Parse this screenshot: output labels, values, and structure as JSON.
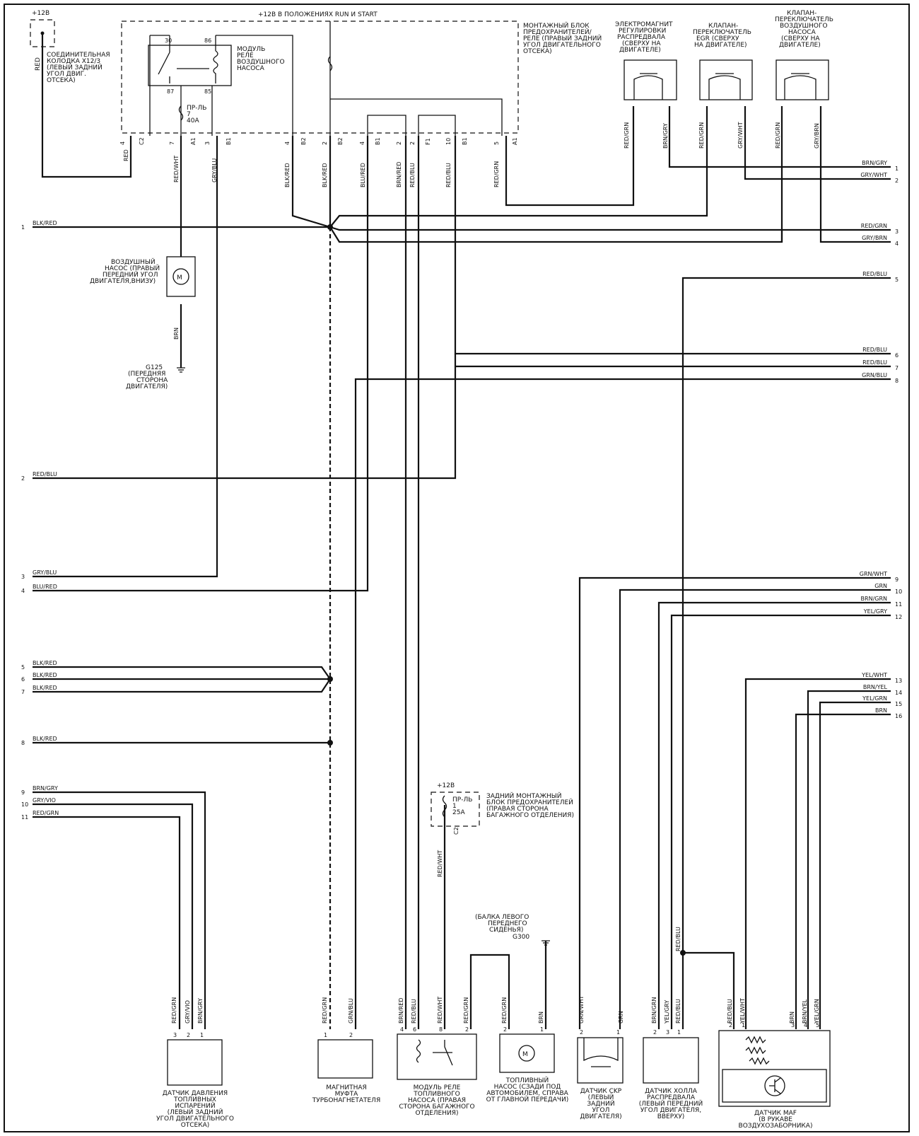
{
  "top": {
    "plus12_left": "+12В",
    "run_start": "+12В В ПОЛОЖЕНИЯХ RUN И START",
    "connector_x12": [
      "СОЕДИНИТЕЛЬНАЯ",
      "КОЛОДКА X12/3",
      "(ЛЕВЫЙ ЗАДНИЙ",
      "УГОЛ ДВИГ.",
      "ОТСЕКА)"
    ],
    "fuse_block": [
      "МОНТАЖНЫЙ БЛОК",
      "ПРЕДОХРАНИТЕЛЕЙ/",
      "РЕЛЕ (ПРАВЫЙ ЗАДНИЙ",
      "УГОЛ ДВИГАТЕЛЬНОГО",
      "ОТСЕКА)"
    ],
    "relay_module": [
      "МОДУЛЬ",
      "РЕЛЕ",
      "ВОЗДУШНОГО",
      "НАСОСА"
    ],
    "fuse7": [
      "ПР-ЛЬ",
      "7",
      "40А"
    ],
    "solenoid_cam": [
      "ЭЛЕКТРОМАГНИТ",
      "РЕГУЛИРОВКИ",
      "РАСПРЕДВАЛА",
      "(СВЕРХУ НА",
      "ДВИГАТЕЛЕ)"
    ],
    "egr_valve": [
      "КЛАПАН-",
      "ПЕРЕКЛЮЧАТЕЛЬ",
      "EGR (СВЕРХУ",
      "НА ДВИГАТЕЛЕ)"
    ],
    "air_valve": [
      "КЛАПАН-",
      "ПЕРЕКЛЮЧАТЕЛЬ",
      "ВОЗДУШНОГО",
      "НАСОСА",
      "(СВЕРХУ НА",
      "ДВИГАТЕЛЕ)"
    ],
    "relay_pins": [
      "30",
      "86",
      "87",
      "85"
    ],
    "connector_pins": [
      "4",
      "C2",
      "7",
      "A1",
      "3",
      "B1",
      "4",
      "B2",
      "2",
      "B2",
      "4",
      "B1",
      "2",
      "2",
      "F1",
      "10",
      "B1",
      "5",
      "A1"
    ]
  },
  "components": {
    "air_pump": [
      "ВОЗДУШНЫЙ",
      "НАСОС (ПРАВЫЙ",
      "ПЕРЕДНИЙ УГОЛ",
      "ДВИГАТЕЛЯ,ВНИЗУ)"
    ],
    "motor_symbol": "M",
    "g125": [
      "G125",
      "(ПЕРЕДНЯЯ",
      "СТОРОНА",
      "ДВИГАТЕЛЯ)"
    ],
    "rear_plus12": "+12В",
    "rear_fuse": [
      "ПР-ЛЬ",
      "1",
      "25А"
    ],
    "rear_block": [
      "ЗАДНИЙ МОНТАЖНЫЙ",
      "БЛОК ПРЕДОХРАНИТЕЛЕЙ",
      "(ПРАВАЯ СТОРОНА",
      "БАГАЖНОГО ОТДЕЛЕНИЯ)"
    ],
    "rear_pin": "C2",
    "g300": [
      "(БАЛКА ЛЕВОГО",
      "ПЕРЕДНЕГО",
      "СИДЕНЬЯ)",
      "G300"
    ],
    "evap_sensor": [
      "ДАТЧИК ДАВЛЕНИЯ",
      "ТОПЛИВНЫХ",
      "ИСПАРЕНИЙ",
      "(ЛЕВЫЙ ЗАДНИЙ",
      "УГОЛ ДВИГАТЕЛЬНОГО",
      "ОТСЕКА)"
    ],
    "turbo_clutch": [
      "МАГНИТНАЯ",
      "МУФТА",
      "ТУРБОНАГНЕТАТЕЛЯ"
    ],
    "fuel_relay": [
      "МОДУЛЬ РЕЛЕ",
      "ТОПЛИВНОГО",
      "НАСОСА (ПРАВАЯ",
      "СТОРОНА БАГАЖНОГО",
      "ОТДЕЛЕНИЯ)"
    ],
    "fuel_pump": [
      "ТОПЛИВНЫЙ",
      "НАСОС (СЗАДИ ПОД",
      "АВТОМОБИЛЕМ, СПРАВА",
      "ОТ ГЛАВНОЙ ПЕРЕДАЧИ)"
    ],
    "ckp_sensor": [
      "ДАТЧИК CKP",
      "(ЛЕВЫЙ",
      "ЗАДНИЙ",
      "УГОЛ",
      "ДВИГАТЕЛЯ)"
    ],
    "hall_sensor": [
      "ДАТЧИК ХОЛЛА",
      "РАСПРЕДВАЛА",
      "(ЛЕВЫЙ ПЕРЕДНИЙ",
      "УГОЛ ДВИГАТЕЛЯ,",
      "ВВЕРХУ)"
    ],
    "maf_sensor": [
      "ДАТЧИК MAF",
      "(В РУКАВЕ",
      "ВОЗДУХОЗАБОРНИКА)"
    ]
  },
  "wire_labels": {
    "red": "RED",
    "red_top": "RED",
    "red_wht": "RED/WHT",
    "gry_blu": "GRY/BLU",
    "blk_red": "BLK/RED",
    "blu_red": "BLU/RED",
    "brn_red": "BRN/RED",
    "red_blu": "RED/BLU",
    "red_grn": "RED/GRN",
    "brn_gry": "BRN/GRY",
    "gry_wht": "GRY/WHT",
    "gry_brn": "GRY/BRN",
    "brn": "BRN",
    "grn_blu": "GRN/BLU",
    "grn_wht": "GRN/WHT",
    "grn": "GRN",
    "brn_grn": "BRN/GRN",
    "yel_gry": "YEL/GRY",
    "yel_wht": "YEL/WHT",
    "brn_yel": "BRN/YEL",
    "yel_grn": "YEL/GRN",
    "gry_vio": "GRY/VIO"
  },
  "left_nodes": [
    {
      "n": "1",
      "label": "BLK/RED"
    },
    {
      "n": "2",
      "label": "RED/BLU"
    },
    {
      "n": "3",
      "label": "GRY/BLU"
    },
    {
      "n": "4",
      "label": "BLU/RED"
    },
    {
      "n": "5",
      "label": "BLK/RED"
    },
    {
      "n": "6",
      "label": "BLK/RED"
    },
    {
      "n": "7",
      "label": "BLK/RED"
    },
    {
      "n": "8",
      "label": "BLK/RED"
    },
    {
      "n": "9",
      "label": "BRN/GRY"
    },
    {
      "n": "10",
      "label": "GRY/VIO"
    },
    {
      "n": "11",
      "label": "RED/GRN"
    }
  ],
  "right_nodes": [
    {
      "n": "1",
      "label": "BRN/GRY"
    },
    {
      "n": "2",
      "label": "GRY/WHT"
    },
    {
      "n": "3",
      "label": "RED/GRN"
    },
    {
      "n": "4",
      "label": "GRY/BRN"
    },
    {
      "n": "5",
      "label": "RED/BLU"
    },
    {
      "n": "6",
      "label": "RED/BLU"
    },
    {
      "n": "7",
      "label": "RED/BLU"
    },
    {
      "n": "8",
      "label": "GRN/BLU"
    },
    {
      "n": "9",
      "label": "GRN/WHT"
    },
    {
      "n": "10",
      "label": "GRN"
    },
    {
      "n": "11",
      "label": "BRN/GRN"
    },
    {
      "n": "12",
      "label": "YEL/GRY"
    },
    {
      "n": "13",
      "label": "YEL/WHT"
    },
    {
      "n": "14",
      "label": "BRN/YEL"
    },
    {
      "n": "15",
      "label": "YEL/GRN"
    },
    {
      "n": "16",
      "label": "BRN"
    }
  ],
  "bottom_pins": {
    "evap": [
      "3",
      "2",
      "1"
    ],
    "turbo": [
      "1",
      "2"
    ],
    "relay": [
      "4",
      "6",
      "8",
      "2"
    ],
    "pump": [
      "2",
      "1"
    ],
    "ckp": [
      "2",
      "1"
    ],
    "hall": [
      "2",
      "3",
      "1"
    ],
    "maf": [
      "2",
      "1",
      "3",
      "4",
      "5"
    ]
  }
}
